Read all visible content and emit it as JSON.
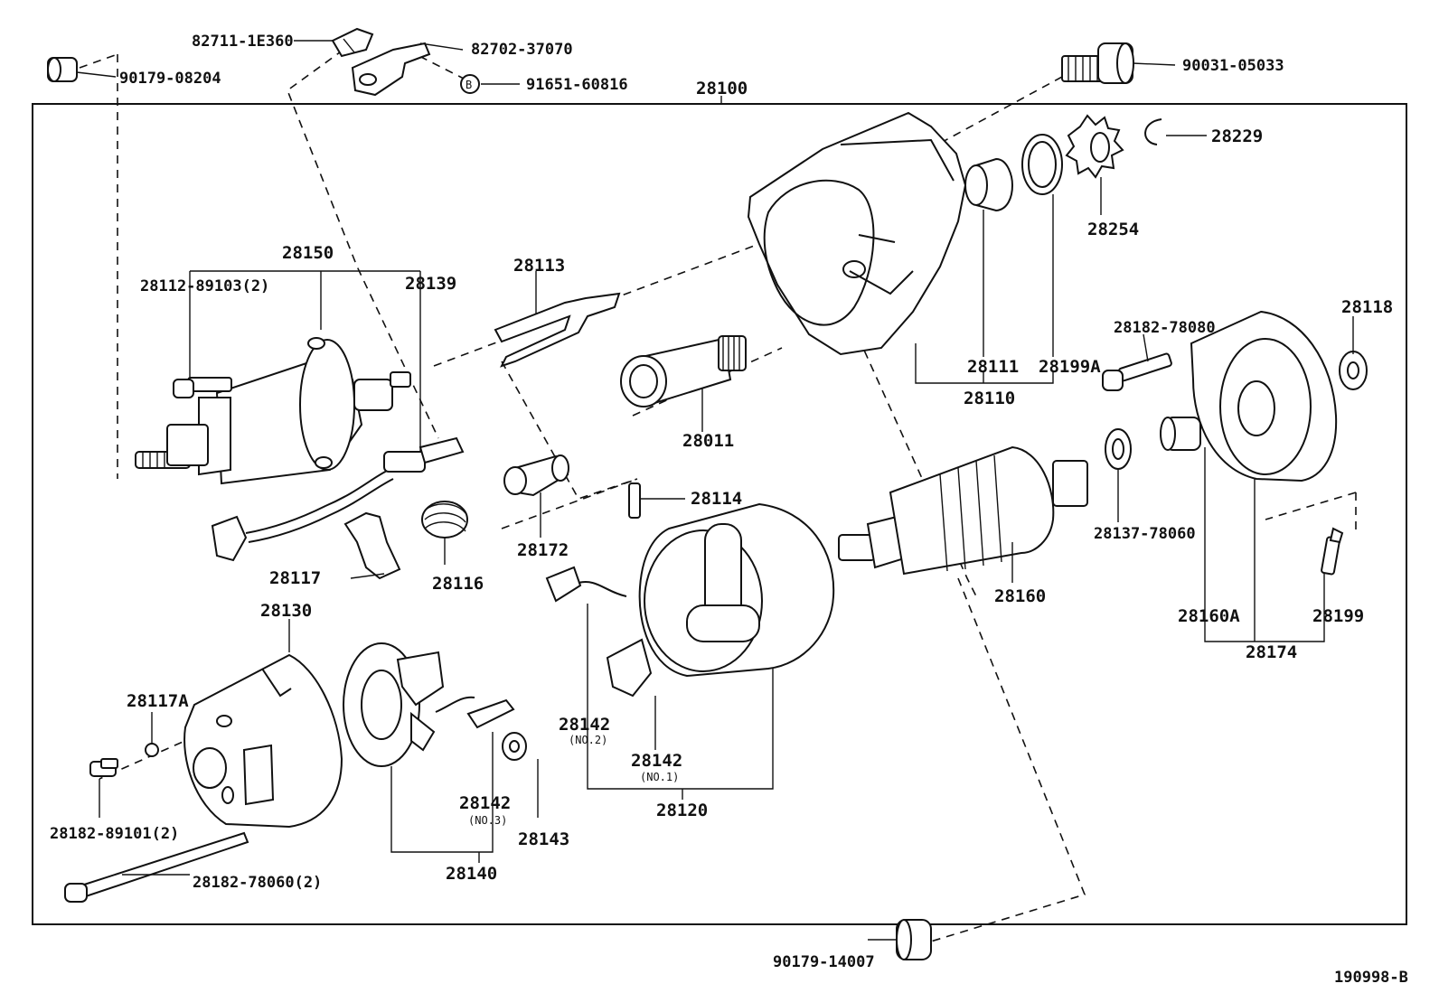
{
  "diagram_code": "190998-B",
  "assembly": "28100",
  "callouts": {
    "p82711": "82711-1E360",
    "p82702": "82702-37070",
    "p90179a": "90179-08204",
    "b_marker": "B",
    "p91651": "91651-60816",
    "p90031": "90031-05033",
    "p28229": "28229",
    "p28254": "28254",
    "p28150": "28150",
    "p28112": "28112-89103(2)",
    "p28139": "28139",
    "p28113": "28113",
    "p28111": "28111",
    "p28199A": "28199A",
    "p28110": "28110",
    "p28011": "28011",
    "p28182a": "28182-78080",
    "p28118": "28118",
    "p28114": "28114",
    "p28172": "28172",
    "p28117": "28117",
    "p28116": "28116",
    "p28137": "28137-78060",
    "p28160": "28160",
    "p28160A": "28160A",
    "p28174": "28174",
    "p28199": "28199",
    "p28130": "28130",
    "p28117A": "28117A",
    "p28182b": "28182-89101(2)",
    "p28182c": "28182-78060(2)",
    "p28140": "28140",
    "p28142_3": "28142",
    "p28142_3_note": "(NO.3)",
    "p28143": "28143",
    "p28142_2": "28142",
    "p28142_2_note": "(NO.2)",
    "p28142_1": "28142",
    "p28142_1_note": "(NO.1)",
    "p28120": "28120",
    "p90179b": "90179-14007"
  }
}
